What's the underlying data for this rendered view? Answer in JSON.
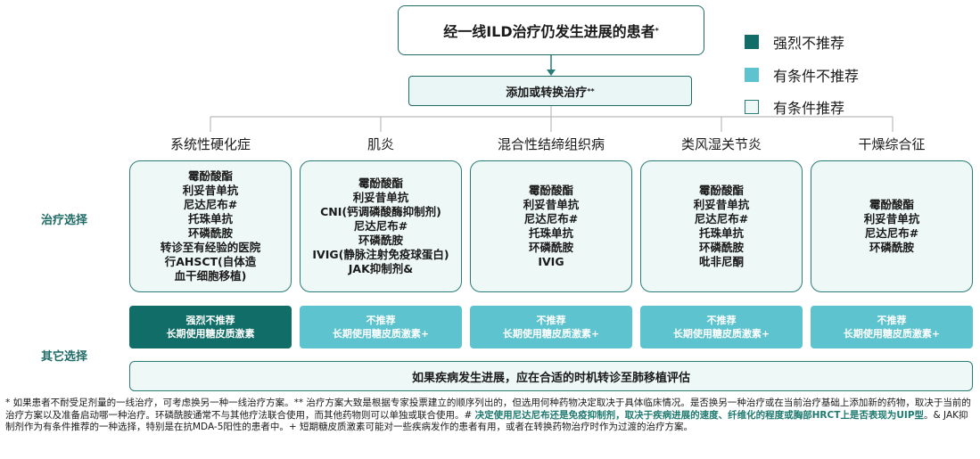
{
  "top_box": {
    "text": "经一线ILD治疗仍发生进展的患者",
    "mark": "*"
  },
  "add_box": {
    "text": "添加或转换治疗",
    "mark": "**"
  },
  "legend": [
    {
      "label": "强烈不推荐",
      "color": "#116d67"
    },
    {
      "label": "有条件不推荐",
      "color": "#5cc3cf"
    },
    {
      "label": "有条件推荐",
      "color": "#eef8f7"
    }
  ],
  "row_labels": {
    "treatment": "治疗选择",
    "other": "其它选择"
  },
  "columns": [
    {
      "title": "系统性硬化症",
      "treatments": [
        "霉酚酸酯",
        "利妥昔单抗",
        "尼达尼布#",
        "托珠单抗",
        "环磷酰胺",
        "转诊至有经验的医院",
        "行AHSCT(自体造",
        "血干细胞移植)"
      ],
      "other_line1": "强烈不推荐",
      "other_line2": "长期使用糖皮质激素"
    },
    {
      "title": "肌炎",
      "treatments": [
        "霉酚酸酯",
        "利妥昔单抗",
        "CNI(钙调磷酸酶抑制剂)",
        "尼达尼布#",
        "环磷酰胺",
        "IVIG(静脉注射免疫球蛋白)",
        "JAK抑制剂&"
      ],
      "other_line1": "不推荐",
      "other_line2": "长期使用糖皮质激素+"
    },
    {
      "title": "混合性结缔组织病",
      "treatments": [
        "霉酚酸酯",
        "利妥昔单抗",
        "尼达尼布#",
        "托珠单抗",
        "环磷酰胺",
        "IVIG"
      ],
      "other_line1": "不推荐",
      "other_line2": "长期使用糖皮质激素+"
    },
    {
      "title": "类风湿关节炎",
      "treatments": [
        "霉酚酸酯",
        "利妥昔单抗",
        "尼达尼布#",
        "托珠单抗",
        "环磷酰胺",
        "吡非尼酮"
      ],
      "other_line1": "不推荐",
      "other_line2": "长期使用糖皮质激素+"
    },
    {
      "title": "干燥综合征",
      "treatments": [
        "霉酚酸酯",
        "利妥昔单抗",
        "尼达尼布#",
        "环磷酰胺"
      ],
      "other_line1": "不推荐",
      "other_line2": "长期使用糖皮质激素+"
    }
  ],
  "bottom_box": "如果疾病发生进展，应在合适的时机转诊至肺移植评估",
  "footnote": {
    "part1": "* 如果患者不耐受足剂量的一线治疗，可考虑换另一种一线治疗方案。** 治疗方案大致是根据专家投票建立的顺序列出的，但选用何种药物决定取决于具体临床情况。是否换另一种治疗或在当前治疗基础上添加新的药物，取决于当前的治疗方案以及准备启动哪一种治疗。环磷酰胺通常不与其他疗法联合使用，而其他药物则可以单独或联合使用。# ",
    "highlight": "决定使用尼达尼布还是免疫抑制剂，取决于疾病进展的速度、纤维化的程度或胸部HRCT上是否表现为UIP型",
    "part2": "。& JAK抑制剂作为有条件推荐的一种选择，特别是在抗MDA-5阳性的患者中。+ 短期糖皮质激素可能对一些疾病发作的患者有用，或者在转换药物治疗时作为过渡的治疗方案。"
  }
}
